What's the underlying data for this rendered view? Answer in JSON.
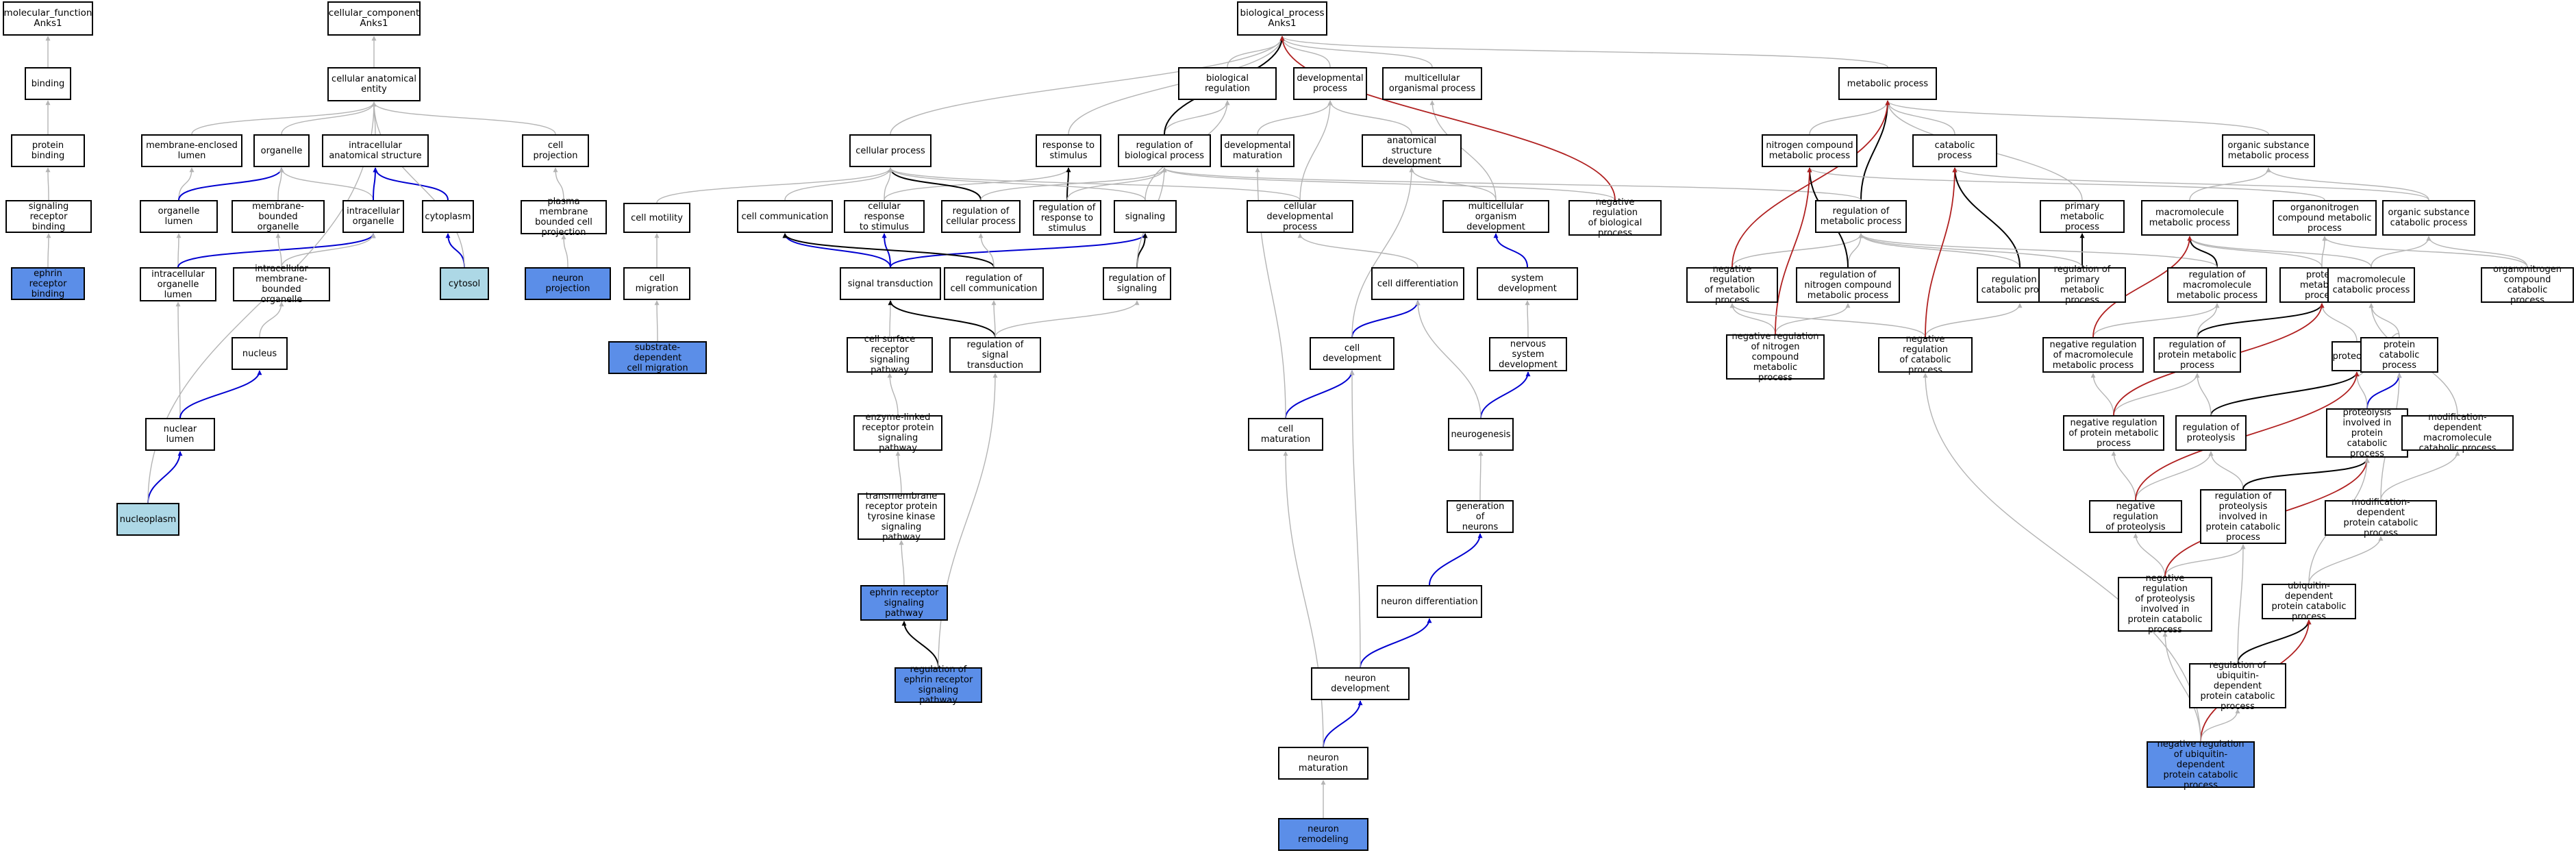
{
  "colors": {
    "annotated": "#5b8ee8",
    "cellular_component_annotated": "#add8e6",
    "edge_is_a": "#b4b4b4",
    "edge_part_of": "#0000d0",
    "edge_regulates": "#000000",
    "edge_negatively_regulates": "#b02020"
  },
  "nodes": {
    "mf_root": "molecular_function\nAnks1",
    "binding": "binding",
    "protein_binding": "protein binding",
    "signaling_receptor_binding": "signaling receptor\nbinding",
    "ephrin_receptor_binding": "ephrin receptor\nbinding",
    "cc_root": "cellular_component\nAnks1",
    "cellular_anatomical_entity": "cellular anatomical\nentity",
    "membrane_enclosed_lumen": "membrane-enclosed\nlumen",
    "organelle": "organelle",
    "intracellular_anatomical_structure": "intracellular\nanatomical structure",
    "cell_projection": "cell projection",
    "organelle_lumen": "organelle lumen",
    "membrane_bounded_organelle": "membrane-bounded\norganelle",
    "intracellular_organelle": "intracellular\norganelle",
    "cytoplasm": "cytoplasm",
    "plasma_membrane_bounded_cell_projection": "plasma membrane\nbounded cell\nprojection",
    "intracellular_organelle_lumen": "intracellular\norganelle lumen",
    "intracellular_membrane_bounded_organelle": "intracellular\nmembrane-bounded\norganelle",
    "cytosol": "cytosol",
    "neuron_projection": "neuron projection",
    "nucleus": "nucleus",
    "nuclear_lumen": "nuclear lumen",
    "nucleoplasm": "nucleoplasm",
    "bp_root": "biological_process\nAnks1",
    "biological_regulation": "biological regulation",
    "developmental_process": "developmental\nprocess",
    "multicellular_organismal_process": "multicellular\norganismal process",
    "metabolic_process": "metabolic process",
    "cellular_process": "cellular process",
    "response_to_stimulus": "response to\nstimulus",
    "regulation_of_biological_process": "regulation of\nbiological process",
    "developmental_maturation": "developmental\nmaturation",
    "anatomical_structure_development": "anatomical structure\ndevelopment",
    "nitrogen_compound_metabolic_process": "nitrogen compound\nmetabolic process",
    "catabolic_process": "catabolic process",
    "organic_substance_metabolic_process": "organic substance\nmetabolic process",
    "cell_motility": "cell motility",
    "cell_communication": "cell communication",
    "cellular_response_to_stimulus": "cellular response\nto stimulus",
    "regulation_of_cellular_process": "regulation of\ncellular process",
    "regulation_of_response_to_stimulus": "regulation of\nresponse to\nstimulus",
    "signaling": "signaling",
    "cellular_developmental_process": "cellular developmental\nprocess",
    "multicellular_organism_development": "multicellular\norganism development",
    "negative_regulation_of_biological_process": "negative regulation\nof biological\nprocess",
    "regulation_of_metabolic_process": "regulation of\nmetabolic process",
    "primary_metabolic_process": "primary metabolic\nprocess",
    "macromolecule_metabolic_process": "macromolecule\nmetabolic process",
    "organonitrogen_compound_metabolic_process": "organonitrogen\ncompound metabolic\nprocess",
    "organic_substance_catabolic_process": "organic substance\ncatabolic process",
    "cell_migration": "cell migration",
    "signal_transduction": "signal transduction",
    "regulation_of_cell_communication": "regulation of\ncell communication",
    "regulation_of_signaling": "regulation of\nsignaling",
    "cell_differentiation": "cell differentiation",
    "system_development": "system development",
    "negative_regulation_of_metabolic_process": "negative regulation\nof metabolic\nprocess",
    "regulation_of_nitrogen_compound_metabolic_process": "regulation of\nnitrogen compound\nmetabolic process",
    "regulation_of_catabolic_process": "regulation of\ncatabolic process",
    "regulation_of_primary_metabolic_process": "regulation of\nprimary metabolic\nprocess",
    "regulation_of_macromolecule_metabolic_process": "regulation of\nmacromolecule\nmetabolic process",
    "protein_metabolic_process": "protein metabolic\nprocess",
    "macromolecule_catabolic_process": "macromolecule\ncatabolic process",
    "organonitrogen_compound_catabolic_process": "organonitrogen\ncompound catabolic\nprocess",
    "substrate_dependent_cell_migration": "substrate-dependent\ncell migration",
    "cell_surface_receptor_signaling_pathway": "cell surface\nreceptor signaling\npathway",
    "regulation_of_signal_transduction": "regulation of\nsignal transduction",
    "cell_development": "cell development",
    "nervous_system_development": "nervous system\ndevelopment",
    "negative_regulation_of_nitrogen_compound_metabolic_process": "negative regulation\nof nitrogen\ncompound metabolic\nprocess",
    "negative_regulation_of_catabolic_process": "negative regulation\nof catabolic\nprocess",
    "negative_regulation_of_macromolecule_metabolic_process": "negative regulation\nof macromolecule\nmetabolic process",
    "regulation_of_protein_metabolic_process": "regulation of\nprotein metabolic\nprocess",
    "proteolysis": "proteolysis",
    "protein_catabolic_process": "protein catabolic\nprocess",
    "enzyme_linked_receptor_protein_signaling_pathway": "enzyme-linked\nreceptor protein\nsignaling pathway",
    "cell_maturation": "cell maturation",
    "neurogenesis": "neurogenesis",
    "negative_regulation_of_protein_metabolic_process": "negative regulation\nof protein metabolic\nprocess",
    "regulation_of_proteolysis": "regulation of\nproteolysis",
    "proteolysis_involved_in_protein_catabolic_process": "proteolysis\ninvolved in\nprotein catabolic\nprocess",
    "modification_dependent_macromolecule_catabolic_process": "modification-dependent\nmacromolecule\ncatabolic process",
    "transmembrane_receptor_protein_tyrosine_kinase_signaling_pathway": "transmembrane\nreceptor protein\ntyrosine kinase\nsignaling pathway",
    "generation_of_neurons": "generation of\nneurons",
    "negative_regulation_of_proteolysis": "negative regulation\nof proteolysis",
    "regulation_of_proteolysis_involved_in_protein_catabolic_process": "regulation of\nproteolysis\ninvolved in\nprotein catabolic\nprocess",
    "modification_dependent_protein_catabolic_process": "modification-dependent\nprotein catabolic\nprocess",
    "ephrin_receptor_signaling_pathway": "ephrin receptor\nsignaling pathway",
    "neuron_differentiation": "neuron differentiation",
    "negative_regulation_of_proteolysis_involved_in_protein_catabolic_process": "negative regulation\nof proteolysis\ninvolved in\nprotein catabolic\nprocess",
    "ubiquitin_dependent_protein_catabolic_process": "ubiquitin-dependent\nprotein catabolic\nprocess",
    "regulation_of_ephrin_receptor_signaling_pathway": "regulation of\nephrin receptor\nsignaling pathway",
    "neuron_development": "neuron development",
    "regulation_of_ubiquitin_dependent_protein_catabolic_process": "regulation of\nubiquitin-dependent\nprotein catabolic\nprocess",
    "neuron_maturation": "neuron maturation",
    "negative_regulation_of_ubiquitin_dependent_protein_catabolic_process": "negative regulation\nof ubiquitin-dependent\nprotein catabolic\nprocess",
    "neuron_remodeling": "neuron remodeling"
  }
}
